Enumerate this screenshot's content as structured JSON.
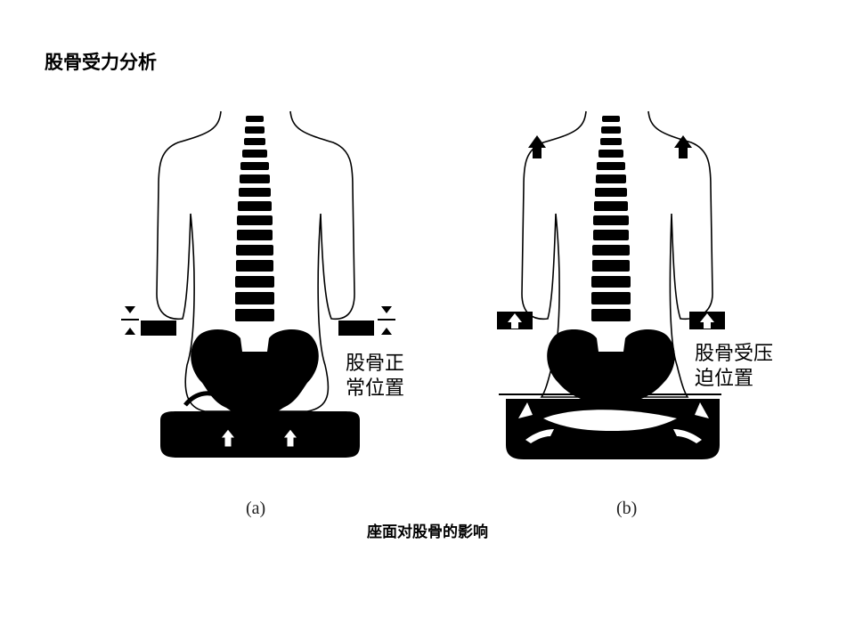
{
  "title": "股骨受力分析",
  "figures": [
    {
      "label": "(a)",
      "note_lines": [
        "股骨正",
        "常位置"
      ]
    },
    {
      "label": "(b)",
      "note_lines": [
        "股骨受压",
        "迫位置"
      ]
    }
  ],
  "caption": "座面对股骨的影响",
  "colors": {
    "ink": "#000000",
    "paper": "#ffffff"
  }
}
